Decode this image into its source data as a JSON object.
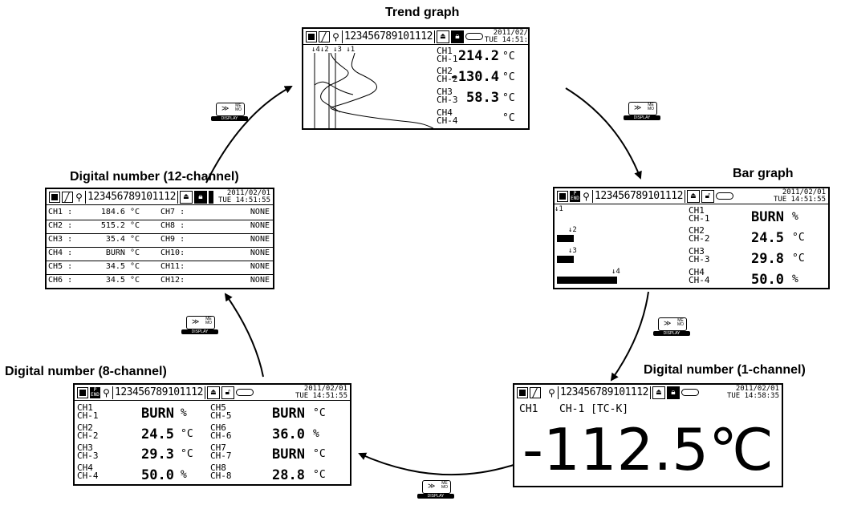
{
  "titles": {
    "trend": "Trend graph",
    "bar": "Bar graph",
    "one": "Digital number (1-channel)",
    "eight": "Digital number (8-channel)",
    "twelve": "Digital number (12-channel)"
  },
  "statusbar": {
    "channels": "123456789101112",
    "date": "2011/02/01",
    "time": "TUE 14:51:55",
    "time_one": "TUE 14:58:35",
    "pend": "P END"
  },
  "button": {
    "top": "ME",
    "bottom": "MO",
    "label": "DISPLAY"
  },
  "trend": {
    "markers": "↓4↓2 ↓3 ↓1",
    "channels": [
      {
        "ch": "CH1",
        "tag": "CH-1",
        "value": "214.2",
        "unit": "°C"
      },
      {
        "ch": "CH2",
        "tag": "CH-2",
        "value": "-130.4",
        "unit": "°C"
      },
      {
        "ch": "CH3",
        "tag": "CH-3",
        "value": "58.3",
        "unit": "°C"
      },
      {
        "ch": "CH4",
        "tag": "CH-4",
        "value": "",
        "unit": "°C"
      }
    ]
  },
  "bar": {
    "markers": [
      "↓1",
      "↓2",
      "↓3",
      "↓4"
    ],
    "fractions": [
      0,
      0.14,
      0.14,
      0.5
    ],
    "channels": [
      {
        "ch": "CH1",
        "tag": "CH-1",
        "value": "BURN",
        "unit": "%"
      },
      {
        "ch": "CH2",
        "tag": "CH-2",
        "value": "24.5",
        "unit": "°C"
      },
      {
        "ch": "CH3",
        "tag": "CH-3",
        "value": "29.8",
        "unit": "°C"
      },
      {
        "ch": "CH4",
        "tag": "CH-4",
        "value": "50.0",
        "unit": "%"
      }
    ]
  },
  "one": {
    "ch": "CH1",
    "tag": "CH-1 [TC-K]",
    "value": "-112.5℃"
  },
  "eight": {
    "left": [
      {
        "ch": "CH1",
        "tag": "CH-1",
        "value": "BURN",
        "unit": "%"
      },
      {
        "ch": "CH2",
        "tag": "CH-2",
        "value": "24.5",
        "unit": "°C"
      },
      {
        "ch": "CH3",
        "tag": "CH-3",
        "value": "29.3",
        "unit": "°C"
      },
      {
        "ch": "CH4",
        "tag": "CH-4",
        "value": "50.0",
        "unit": "%"
      }
    ],
    "right": [
      {
        "ch": "CH5",
        "tag": "CH-5",
        "value": "BURN",
        "unit": "°C"
      },
      {
        "ch": "CH6",
        "tag": "CH-6",
        "value": "36.0",
        "unit": "%"
      },
      {
        "ch": "CH7",
        "tag": "CH-7",
        "value": "BURN",
        "unit": "°C"
      },
      {
        "ch": "CH8",
        "tag": "CH-8",
        "value": "28.8",
        "unit": "°C"
      }
    ]
  },
  "twelve": {
    "rows": [
      {
        "l": "CH1 :",
        "lv": "184.6 °C",
        "r": "CH7 :",
        "rv": "NONE"
      },
      {
        "l": "CH2 :",
        "lv": "515.2 °C",
        "r": "CH8 :",
        "rv": "NONE"
      },
      {
        "l": "CH3 :",
        "lv": "35.4 °C",
        "r": "CH9 :",
        "rv": "NONE"
      },
      {
        "l": "CH4 :",
        "lv": "BURN °C",
        "r": "CH10:",
        "rv": "NONE"
      },
      {
        "l": "CH5 :",
        "lv": "34.5 °C",
        "r": "CH11:",
        "rv": "NONE"
      },
      {
        "l": "CH6 :",
        "lv": "34.5 °C",
        "r": "CH12:",
        "rv": "NONE"
      }
    ]
  }
}
